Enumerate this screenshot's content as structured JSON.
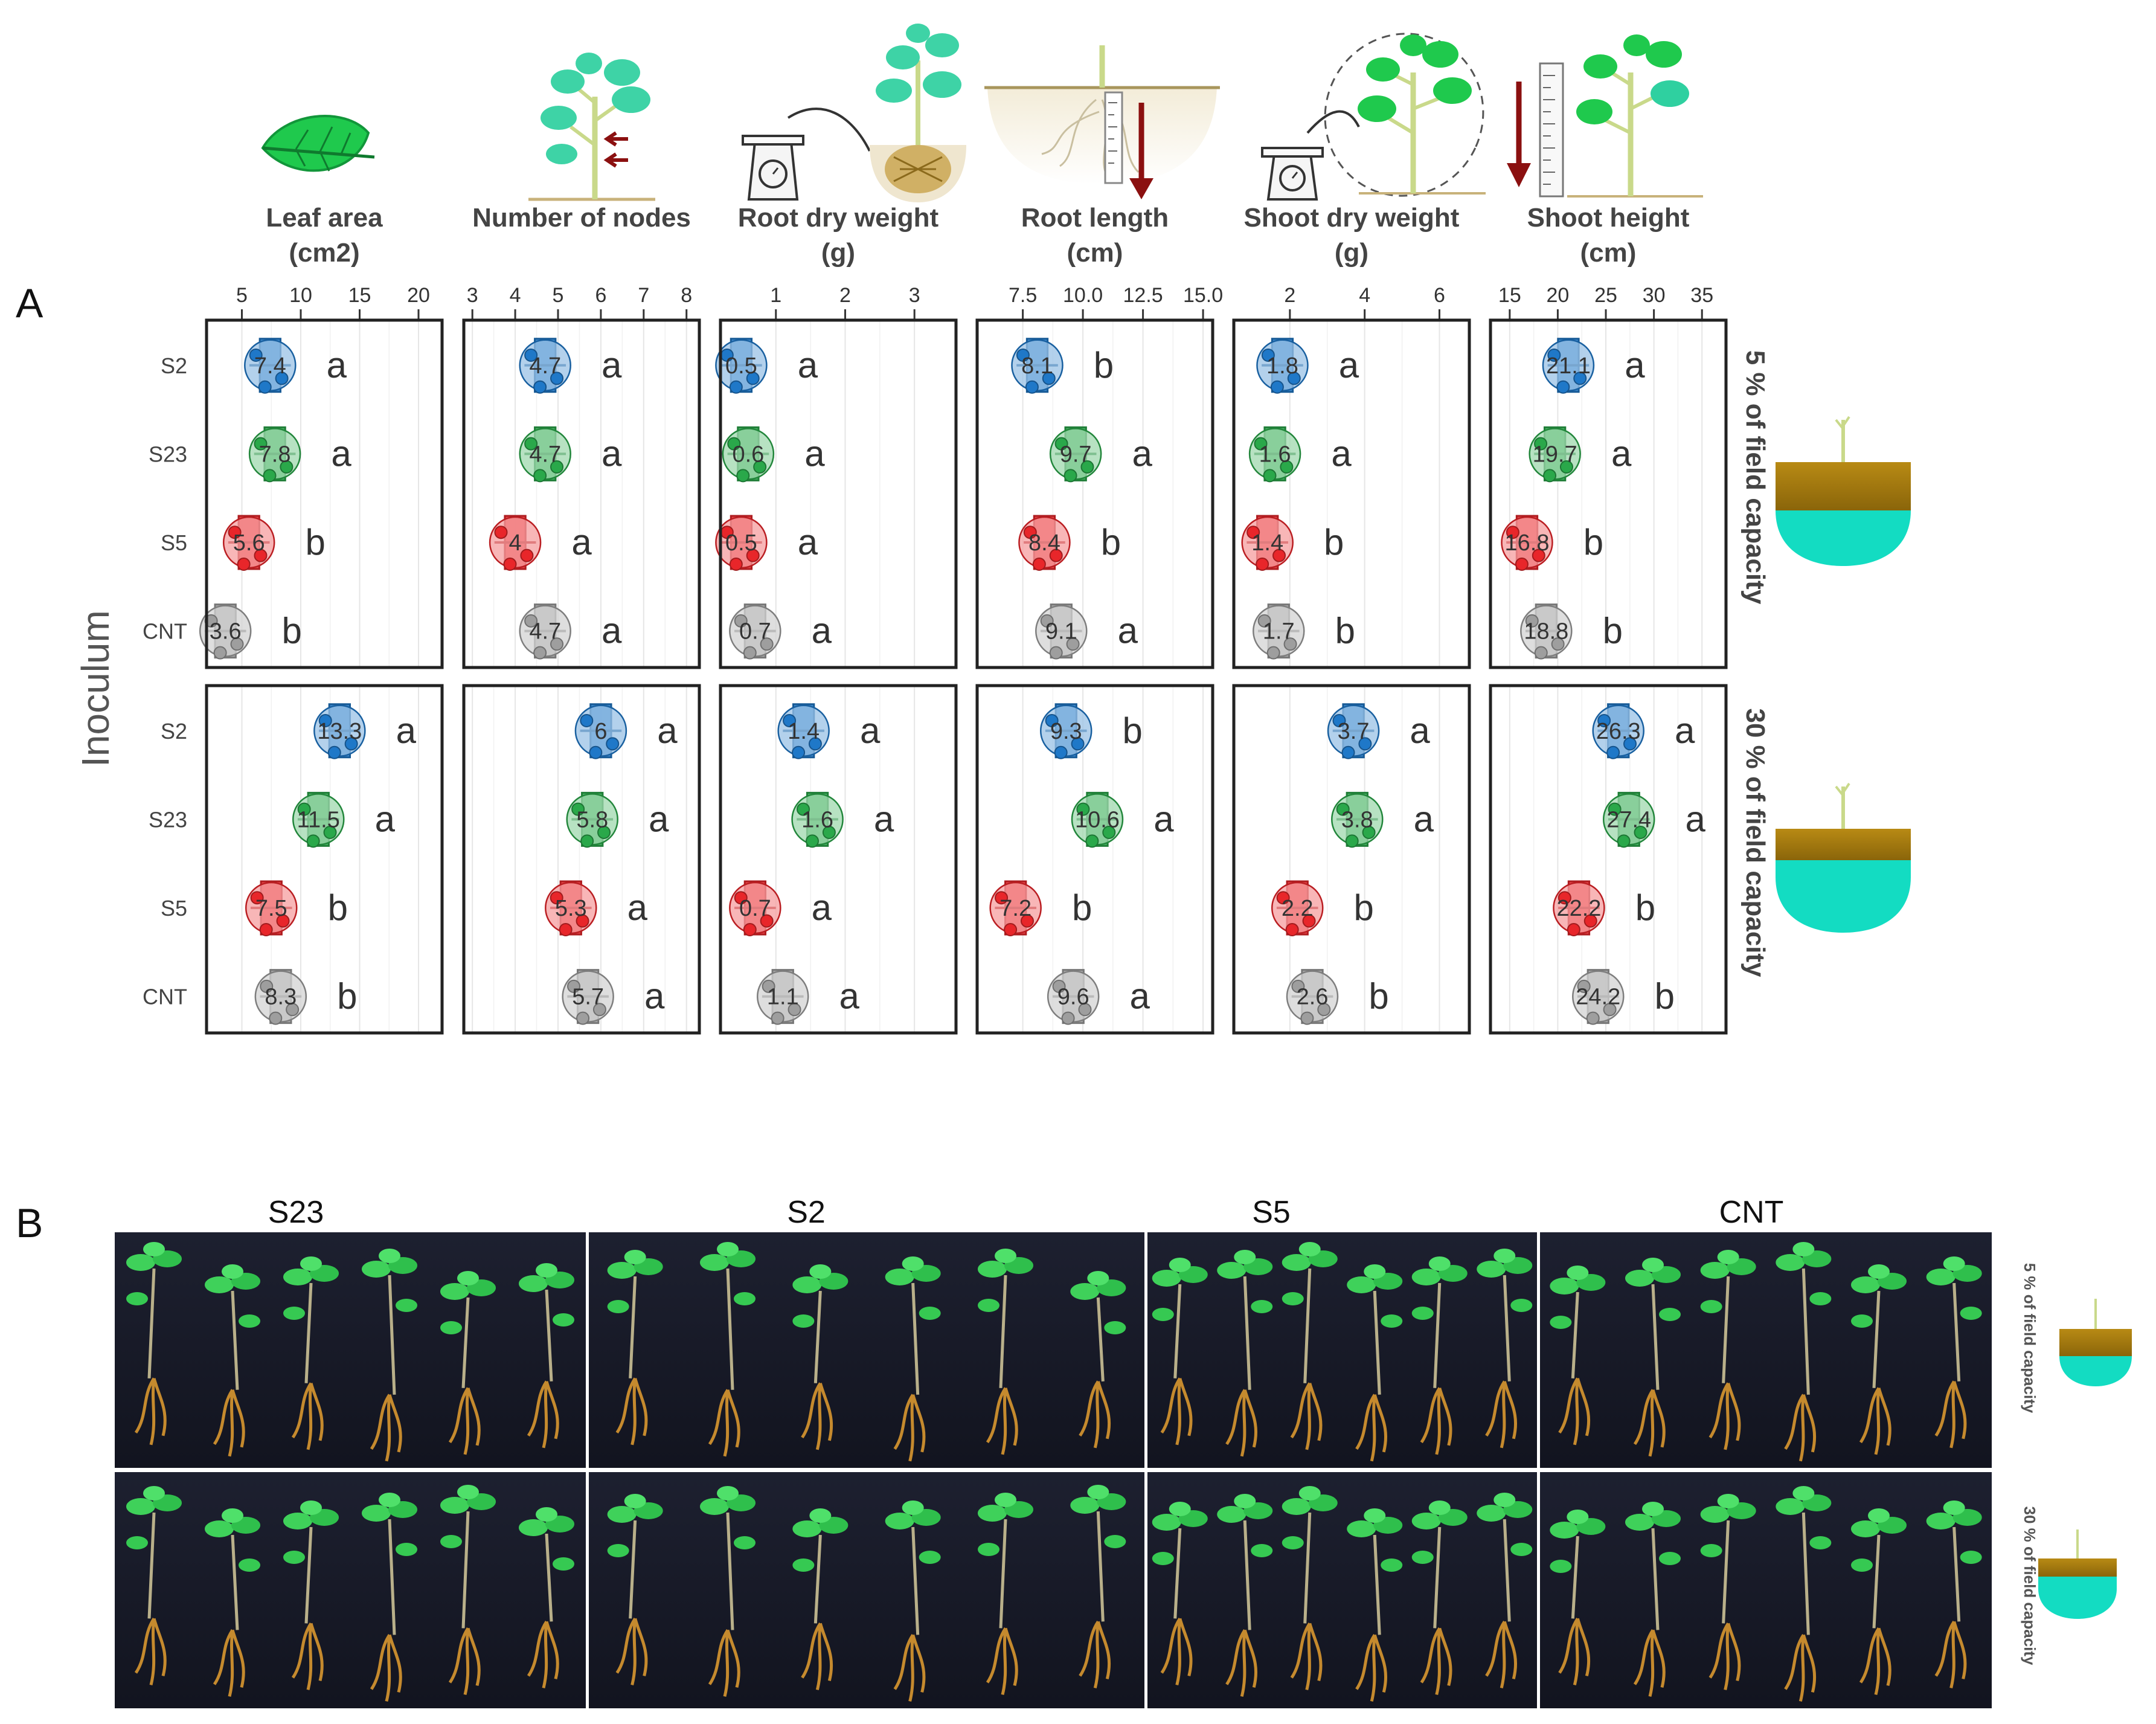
{
  "panel_labels": [
    "A",
    "B"
  ],
  "y_axis_label": "Inoculum",
  "strip_labels": [
    "5 % of field capacity",
    "30 % of field capacity"
  ],
  "photo_labels": [
    "S23",
    "S2",
    "S5",
    "CNT"
  ],
  "colors": {
    "S2": "#1f78c8",
    "S23": "#2aa84a",
    "S5": "#e8262a",
    "CNT": "#9e9e9e"
  },
  "chart_data": {
    "type": "scatter",
    "categories": [
      "S2",
      "S23",
      "S5",
      "CNT"
    ],
    "facets": [
      {
        "title": [
          "Leaf area",
          "(cm2)"
        ],
        "xlim": [
          2,
          22
        ],
        "ticks": [
          5,
          10,
          15,
          20
        ],
        "rows": [
          {
            "means": [
              7.4,
              7.8,
              5.6,
              3.6
            ],
            "letters": [
              "a",
              "a",
              "b",
              "b"
            ]
          },
          {
            "means": [
              13.3,
              11.5,
              7.5,
              8.3
            ],
            "letters": [
              "a",
              "a",
              "b",
              "b"
            ]
          }
        ]
      },
      {
        "title": [
          "Number of nodes"
        ],
        "xlim": [
          2.8,
          8.3
        ],
        "ticks": [
          3,
          4,
          5,
          6,
          7,
          8
        ],
        "rows": [
          {
            "means": [
              4.7,
              4.7,
              4,
              4.7
            ],
            "letters": [
              "a",
              "a",
              "a",
              "a"
            ]
          },
          {
            "means": [
              6,
              5.8,
              5.3,
              5.7
            ],
            "letters": [
              "a",
              "a",
              "a",
              "a"
            ]
          }
        ]
      },
      {
        "title": [
          "Root dry weight",
          "(g)"
        ],
        "xlim": [
          0.2,
          3.6
        ],
        "ticks": [
          1,
          2,
          3
        ],
        "rows": [
          {
            "means": [
              0.5,
              0.6,
              0.5,
              0.7
            ],
            "letters": [
              "a",
              "a",
              "a",
              "a"
            ]
          },
          {
            "means": [
              1.4,
              1.6,
              0.7,
              1.1
            ],
            "letters": [
              "a",
              "a",
              "a",
              "a"
            ]
          }
        ]
      },
      {
        "title": [
          "Root length",
          "(cm)"
        ],
        "xlim": [
          5.6,
          15.4
        ],
        "ticks": [
          7.5,
          10.0,
          12.5,
          15.0
        ],
        "tick_labels": [
          "7.5",
          "10.0",
          "12.5",
          "15.0"
        ],
        "rows": [
          {
            "means": [
              8.1,
              9.7,
              8.4,
              9.1
            ],
            "letters": [
              "b",
              "a",
              "b",
              "a"
            ]
          },
          {
            "means": [
              9.3,
              10.6,
              7.2,
              9.6
            ],
            "letters": [
              "b",
              "a",
              "b",
              "a"
            ]
          }
        ]
      },
      {
        "title": [
          "Shoot dry weight",
          "(g)"
        ],
        "xlim": [
          0.5,
          6.8
        ],
        "ticks": [
          2,
          4,
          6
        ],
        "rows": [
          {
            "means": [
              1.8,
              1.6,
              1.4,
              1.7
            ],
            "letters": [
              "a",
              "a",
              "b",
              "b"
            ]
          },
          {
            "means": [
              3.7,
              3.8,
              2.2,
              2.6
            ],
            "letters": [
              "a",
              "a",
              "b",
              "b"
            ]
          }
        ]
      },
      {
        "title": [
          "Shoot height",
          "(cm)"
        ],
        "xlim": [
          13,
          37.5
        ],
        "ticks": [
          15,
          20,
          25,
          30,
          35
        ],
        "rows": [
          {
            "means": [
              21.1,
              19.7,
              16.8,
              18.8
            ],
            "letters": [
              "a",
              "a",
              "b",
              "b"
            ]
          },
          {
            "means": [
              26.3,
              27.4,
              22.2,
              24.2
            ],
            "letters": [
              "a",
              "a",
              "b",
              "b"
            ]
          }
        ]
      }
    ]
  }
}
